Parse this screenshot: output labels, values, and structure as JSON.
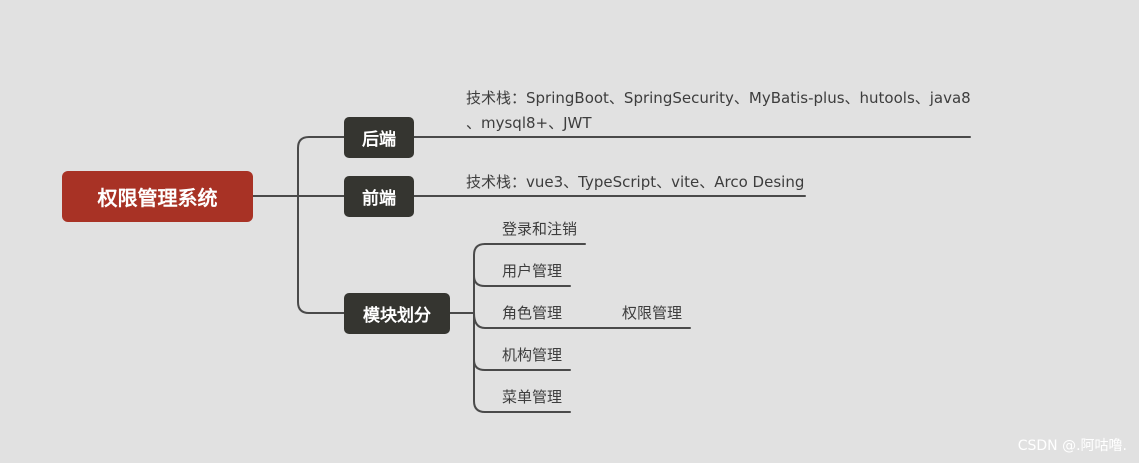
{
  "diagram": {
    "root": {
      "label": "权限管理系统"
    },
    "branches": {
      "backend": {
        "label": "后端",
        "detail_line1": "技术栈：SpringBoot、SpringSecurity、MyBatis-plus、hutools、java8",
        "detail_line2": "、mysql8+、JWT"
      },
      "frontend": {
        "label": "前端",
        "detail": "技术栈：vue3、TypeScript、vite、Arco Desing"
      },
      "modules": {
        "label": "模块划分",
        "items": [
          "登录和注销",
          "用户管理",
          "角色管理",
          "机构管理",
          "菜单管理"
        ],
        "role_child": "权限管理"
      }
    },
    "colors": {
      "background": "#e1e1e1",
      "root_fill": "#a83225",
      "branch_fill": "#353530",
      "line": "#4a4a4a",
      "text": "#3d3d3d"
    }
  },
  "watermark": "CSDN @.阿咕噜."
}
